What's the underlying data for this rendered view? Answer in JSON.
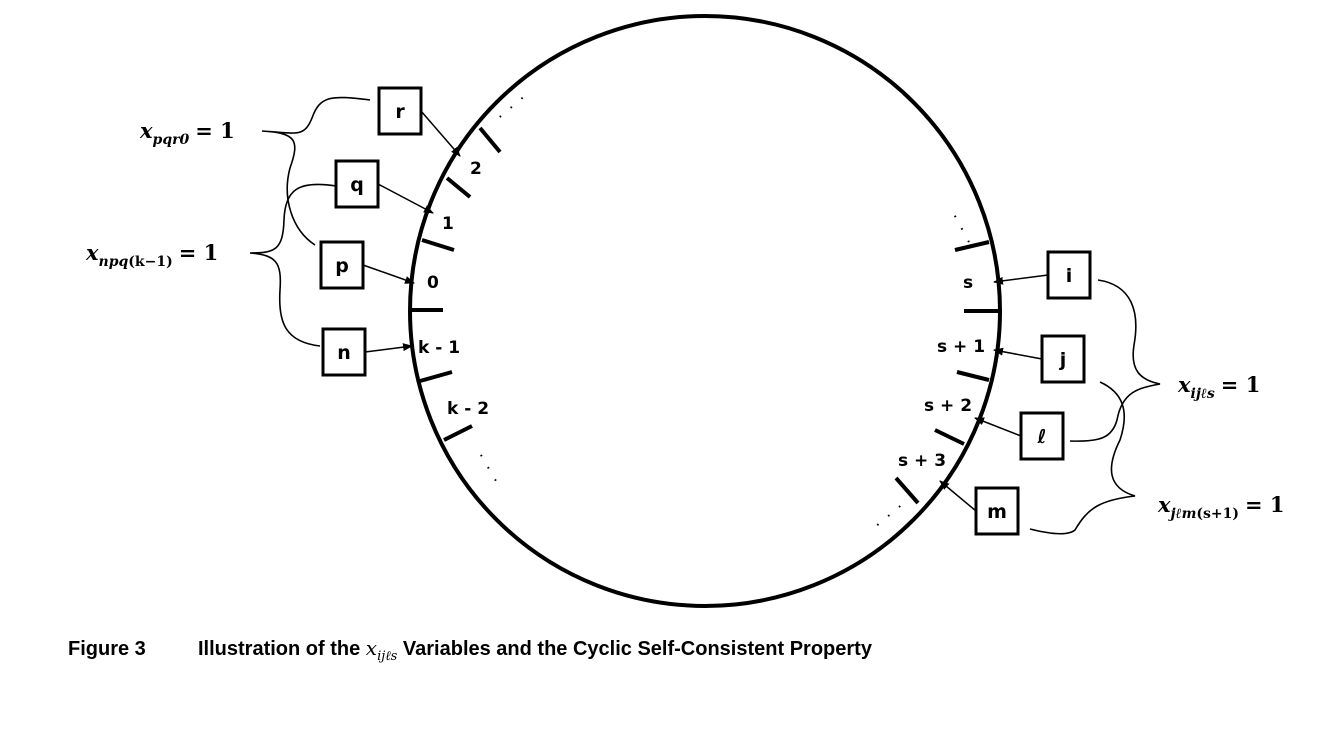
{
  "slots_left": [
    "2",
    "1",
    "0",
    "k - 1",
    "k - 2"
  ],
  "slots_right": [
    "s",
    "s + 1",
    "s + 2",
    "s + 3"
  ],
  "nodes": [
    "r",
    "q",
    "p",
    "n",
    "i",
    "j",
    "ℓ",
    "m"
  ],
  "equations": {
    "pqr0": {
      "var": "x",
      "sub": "pqr0",
      "rhs": "= 1"
    },
    "npq": {
      "var": "x",
      "sub": "npq",
      "subtail": "(k−1)",
      "rhs": "= 1"
    },
    "ijls": {
      "var": "x",
      "sub": "ijℓs",
      "rhs": "= 1"
    },
    "jlm": {
      "var": "x",
      "sub": "jℓm",
      "subtail": "(s+1)",
      "rhs": "= 1"
    }
  },
  "ellipsis": "· · ·",
  "caption": {
    "number": "Figure 3",
    "pre": "Illustration of the",
    "var": "x",
    "var_sub": "ijℓs",
    "post": "Variables and the Cyclic Self-Consistent Property"
  }
}
